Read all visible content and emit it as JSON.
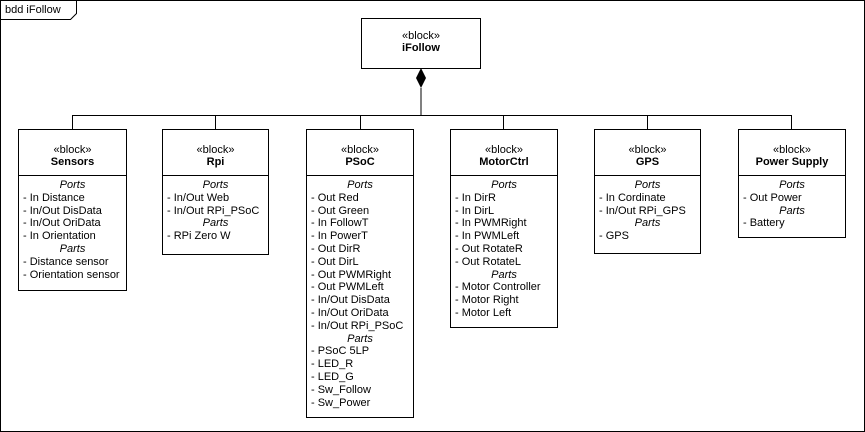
{
  "frame": {
    "label": "bdd iFollow"
  },
  "root": {
    "stereotype": "«block»",
    "name": "iFollow"
  },
  "blocks": [
    {
      "stereotype": "«block»",
      "name": "Sensors",
      "ports_title": "Ports",
      "ports": [
        "- In Distance",
        "- In/Out DisData",
        "- In/Out OriData",
        "- In Orientation"
      ],
      "parts_title": "Parts",
      "parts": [
        "- Distance sensor",
        "- Orientation sensor"
      ]
    },
    {
      "stereotype": "«block»",
      "name": "Rpi",
      "ports_title": "Ports",
      "ports": [
        "- In/Out Web",
        "- In/Out RPi_PSoC"
      ],
      "parts_title": "Parts",
      "parts": [
        "- RPi Zero W"
      ]
    },
    {
      "stereotype": "«block»",
      "name": "PSoC",
      "ports_title": "Ports",
      "ports": [
        "- Out Red",
        "- Out Green",
        "- In FollowT",
        "- In PowerT",
        "- Out DirR",
        "- Out DirL",
        "- Out PWMRight",
        "- Out PWMLeft",
        "- In/Out DisData",
        "- In/Out OriData",
        "- In/Out RPi_PSoC"
      ],
      "parts_title": "Parts",
      "parts": [
        "- PSoC 5LP",
        "- LED_R",
        "- LED_G",
        "- Sw_Follow",
        "- Sw_Power"
      ]
    },
    {
      "stereotype": "«block»",
      "name": "MotorCtrl",
      "ports_title": "Ports",
      "ports": [
        "- In DirR",
        "- In DirL",
        "- In PWMRight",
        "- In PWMLeft",
        "- Out RotateR",
        "- Out RotateL"
      ],
      "parts_title": "Parts",
      "parts": [
        "- Motor Controller",
        "- Motor Right",
        "- Motor Left"
      ]
    },
    {
      "stereotype": "«block»",
      "name": "GPS",
      "ports_title": "Ports",
      "ports": [
        "- In Cordinate",
        "- In/Out RPi_GPS"
      ],
      "parts_title": "Parts",
      "parts": [
        "- GPS"
      ]
    },
    {
      "stereotype": "«block»",
      "name": "Power Supply",
      "ports_title": "Ports",
      "ports": [
        "- Out Power"
      ],
      "parts_title": "Parts",
      "parts": [
        "- Battery"
      ]
    }
  ]
}
